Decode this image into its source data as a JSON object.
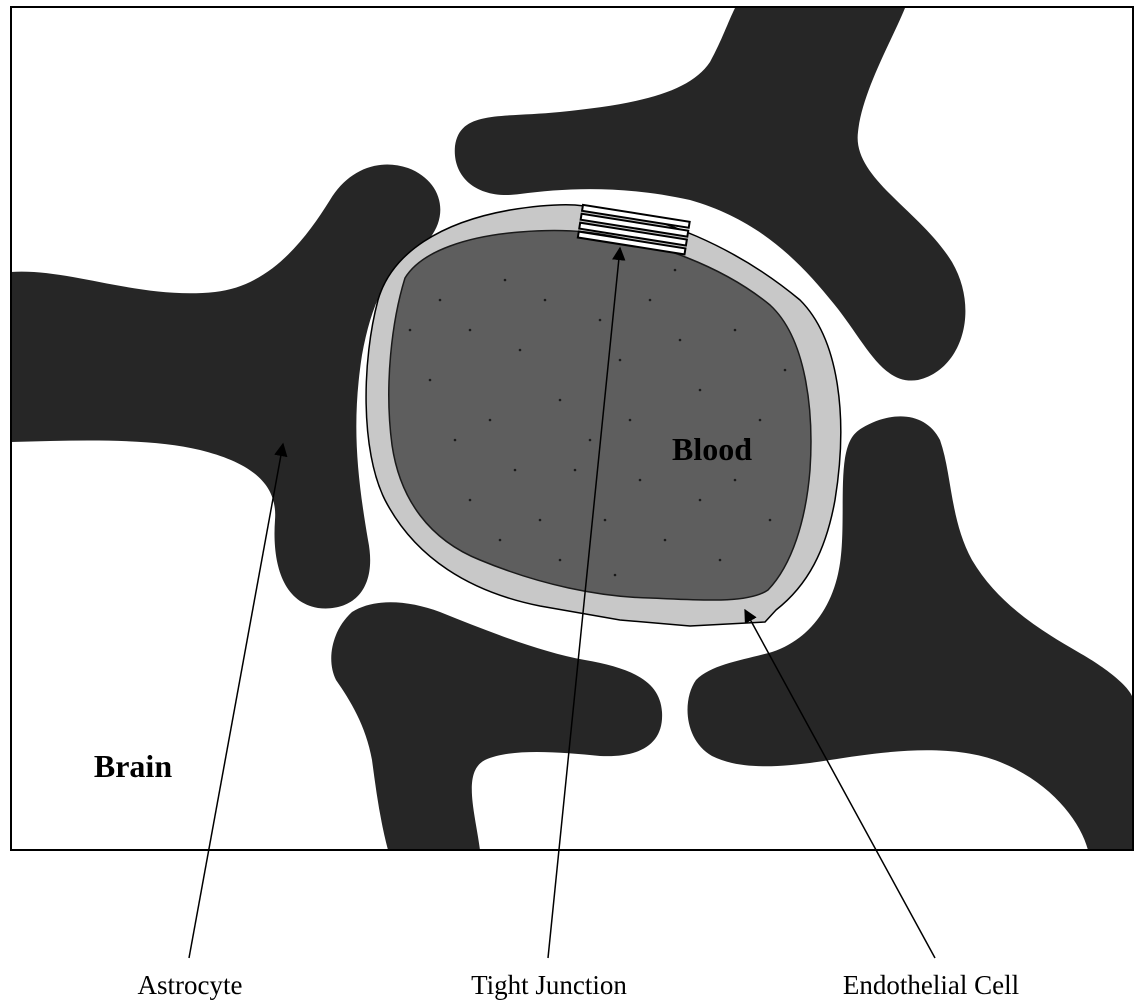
{
  "region_labels": {
    "blood": "Blood",
    "brain": "Brain"
  },
  "callouts": {
    "astrocyte": "Astrocyte",
    "tight_junction": "Tight Junction",
    "endothelial_cell": "Endothelial Cell"
  },
  "colors": {
    "astrocyte": "#262626",
    "blood": "#5e5e5e",
    "endothelium": "#c8c8c8",
    "background": "#ffffff",
    "frame": "#000000"
  }
}
